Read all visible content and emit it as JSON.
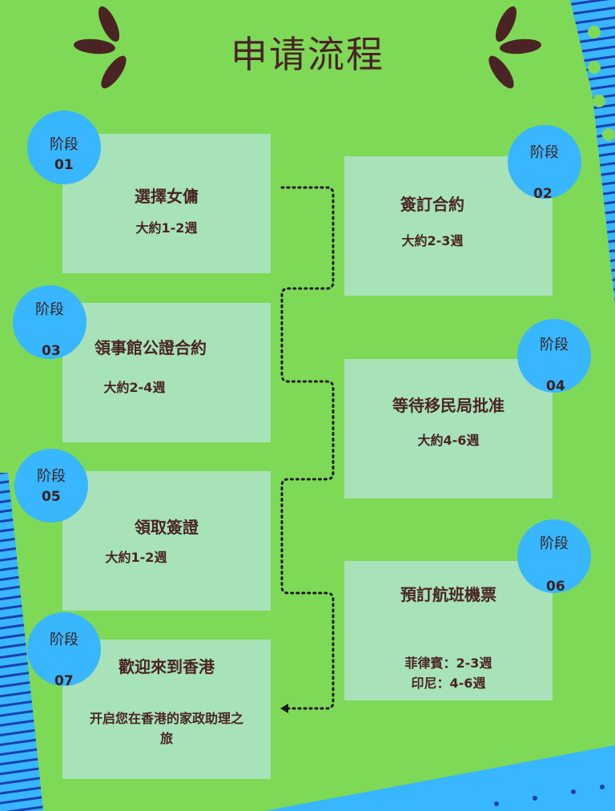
{
  "title": "申请流程",
  "colors": {
    "background": "#7ed957",
    "card": "#a8e2b8",
    "badge": "#38b6ff",
    "text": "#4a2424",
    "stripe": "#1a3fb0"
  },
  "stages": [
    {
      "label": "阶段",
      "number": "01",
      "title": "選擇女傭",
      "detail": [
        "大約1-2週"
      ]
    },
    {
      "label": "阶段",
      "number": "02",
      "title": "簽訂合約",
      "detail": [
        "大約2-3週"
      ]
    },
    {
      "label": "阶段",
      "number": "03",
      "title": "領事館公證合約",
      "detail": [
        "大約2-4週"
      ]
    },
    {
      "label": "阶段",
      "number": "04",
      "title": "等待移民局批准",
      "detail": [
        "大約4-6週"
      ]
    },
    {
      "label": "阶段",
      "number": "05",
      "title": "領取簽證",
      "detail": [
        "大約1-2週"
      ]
    },
    {
      "label": "阶段",
      "number": "06",
      "title": "預訂航班機票",
      "detail": [
        "菲律賓：2-3週",
        "印尼：4-6週"
      ]
    },
    {
      "label": "阶段",
      "number": "07",
      "title": "歡迎來到香港",
      "detail": [
        "开启您在香港的家政助理之旅"
      ]
    }
  ]
}
